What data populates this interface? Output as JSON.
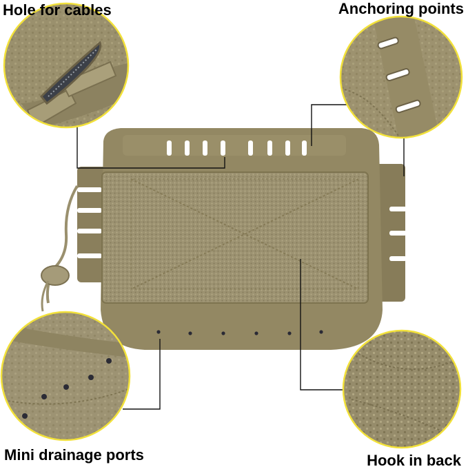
{
  "labels": {
    "top_left": "Hole for cables",
    "top_right": "Anchoring points",
    "bottom_left": "Mini drainage ports",
    "bottom_right": "Hook in back"
  },
  "colors": {
    "fabric": "#8f8461",
    "fabric_light": "#a39873",
    "fabric_dark": "#6f6547",
    "velcro": "#9a9070",
    "circle_border": "#f2e13a",
    "leader_line": "#111111"
  }
}
